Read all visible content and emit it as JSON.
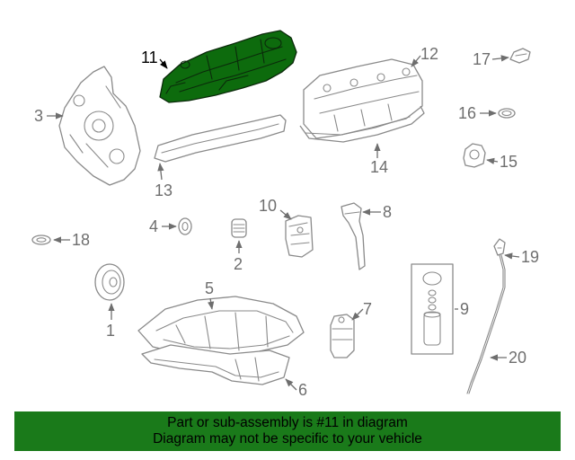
{
  "diagram": {
    "highlight_color": "#0d6b0d",
    "highlighted_callout": "11",
    "callouts": [
      "1",
      "2",
      "3",
      "4",
      "5",
      "6",
      "7",
      "8",
      "9",
      "10",
      "11",
      "12",
      "13",
      "14",
      "15",
      "16",
      "17",
      "18",
      "19",
      "20"
    ]
  },
  "banner": {
    "background": "#1a7a1a",
    "line1": "Part or sub-assembly is #11 in diagram",
    "line2": "Diagram may not be specific to your vehicle"
  }
}
